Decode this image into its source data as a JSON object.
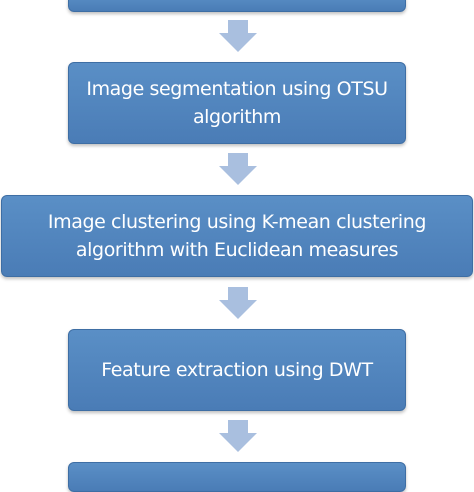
{
  "flowchart": {
    "steps": [
      {
        "label": ""
      },
      {
        "label": "Image segmentation using OTSU algorithm"
      },
      {
        "label": "Image clustering using K-mean clustering algorithm with Euclidean measures"
      },
      {
        "label": "Feature extraction using DWT"
      },
      {
        "label": ""
      }
    ]
  },
  "colors": {
    "box_fill": "#4f81bd",
    "box_border": "#3e6ea4",
    "box_text": "#ffffff",
    "arrow_fill": "#a9bfdf"
  }
}
